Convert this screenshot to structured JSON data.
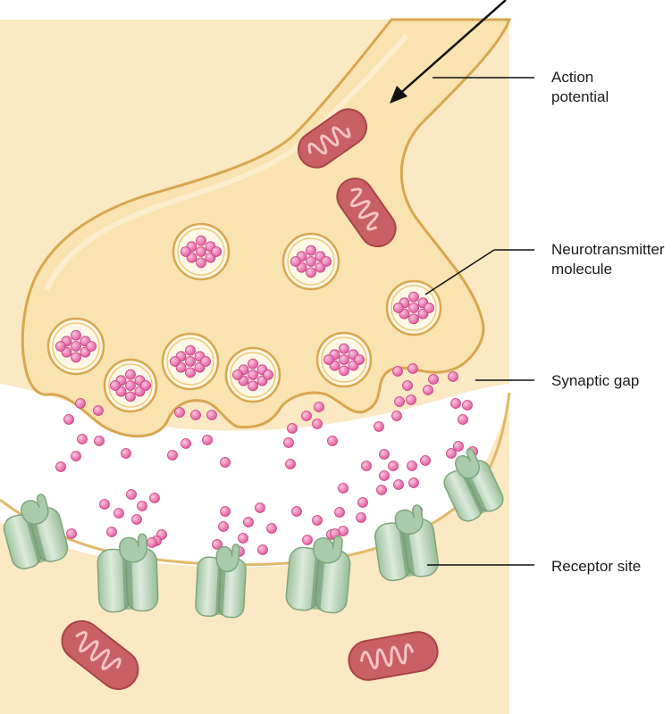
{
  "labels": {
    "action_potential": [
      "Action",
      "potential"
    ],
    "neurotransmitter": [
      "Neurotransmitter",
      "molecule"
    ],
    "synaptic_gap": "Synaptic gap",
    "receptor_site": "Receptor site"
  },
  "colors": {
    "terminal_fill": "#f8e3b1",
    "terminal_outline": "#d9a64e",
    "postsynaptic_fill": "#fbe9c4",
    "cleft_fill": "#ffffff",
    "neurotransmitter": "#ec6fa8",
    "mitochondrion": "#c96066",
    "receptor": "#b8d5b8",
    "arrow": "#111111"
  },
  "icons": {
    "vesicle": "vesicle-icon",
    "mitochondrion": "mitochondrion-icon",
    "receptor": "receptor-icon"
  }
}
